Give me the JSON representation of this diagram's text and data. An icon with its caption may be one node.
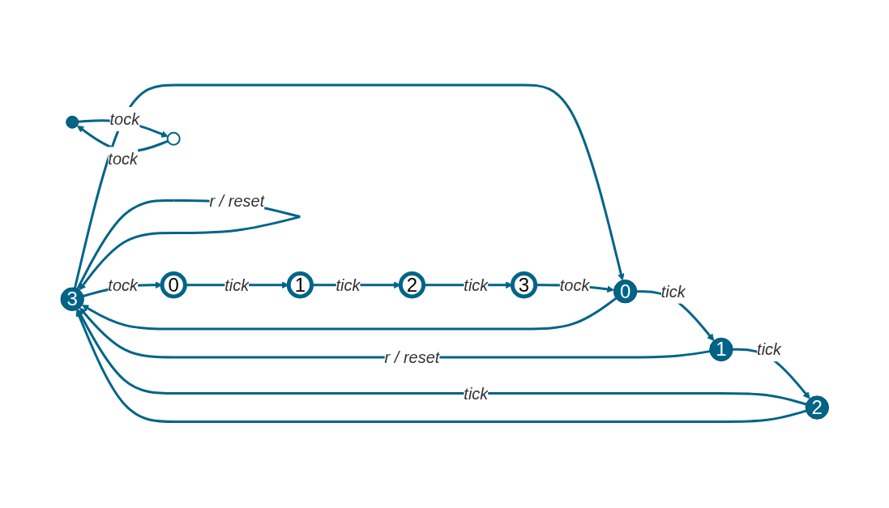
{
  "diagram": {
    "nodes": [
      {
        "text": [
          "3"
        ]
      },
      {
        "text": [
          "2"
        ]
      },
      {
        "text": [
          "0"
        ]
      },
      {
        "text": [
          "1"
        ]
      },
      {
        "text": [
          "3"
        ]
      },
      {
        "text": [],
        "shape": "circle"
      },
      {
        "text": [
          "0"
        ]
      },
      {
        "text": [
          "2"
        ]
      },
      {
        "text": [],
        "shape": "circle"
      },
      {
        "text": [
          "1"
        ]
      }
    ],
    "edges": [
      {
        "from": 0,
        "to": 0,
        "arrow": "to",
        "label": "r / reset"
      },
      {
        "from": 1,
        "to": 0,
        "arrow": "to",
        "label": "tick"
      },
      {
        "from": 3,
        "to": 1,
        "arrow": "to",
        "label": "tick"
      },
      {
        "from": 2,
        "to": 3,
        "arrow": "to",
        "label": "tick"
      },
      {
        "from": 0,
        "to": 2,
        "arrow": "to"
      },
      {
        "from": 0,
        "to": 6,
        "arrow": "to",
        "label": "tock"
      },
      {
        "from": 1,
        "to": 0,
        "arrow": "to"
      },
      {
        "from": 3,
        "to": 0,
        "arrow": "to",
        "label": "r / reset"
      },
      {
        "from": 2,
        "to": 0,
        "arrow": "to"
      },
      {
        "from": 4,
        "to": 2,
        "arrow": "to",
        "label": "tock"
      },
      {
        "from": 6,
        "to": 9,
        "arrow": "to",
        "label": "tick"
      },
      {
        "from": 9,
        "to": 7,
        "arrow": "to",
        "label": "tick"
      },
      {
        "from": 7,
        "to": 4,
        "arrow": "to",
        "label": "tick"
      },
      {
        "from": 8,
        "to": 5,
        "arrow": "to",
        "label": "tock"
      },
      {
        "from": 5,
        "to": 8,
        "arrow": "to",
        "label": "tock"
      }
    ]
  }
}
